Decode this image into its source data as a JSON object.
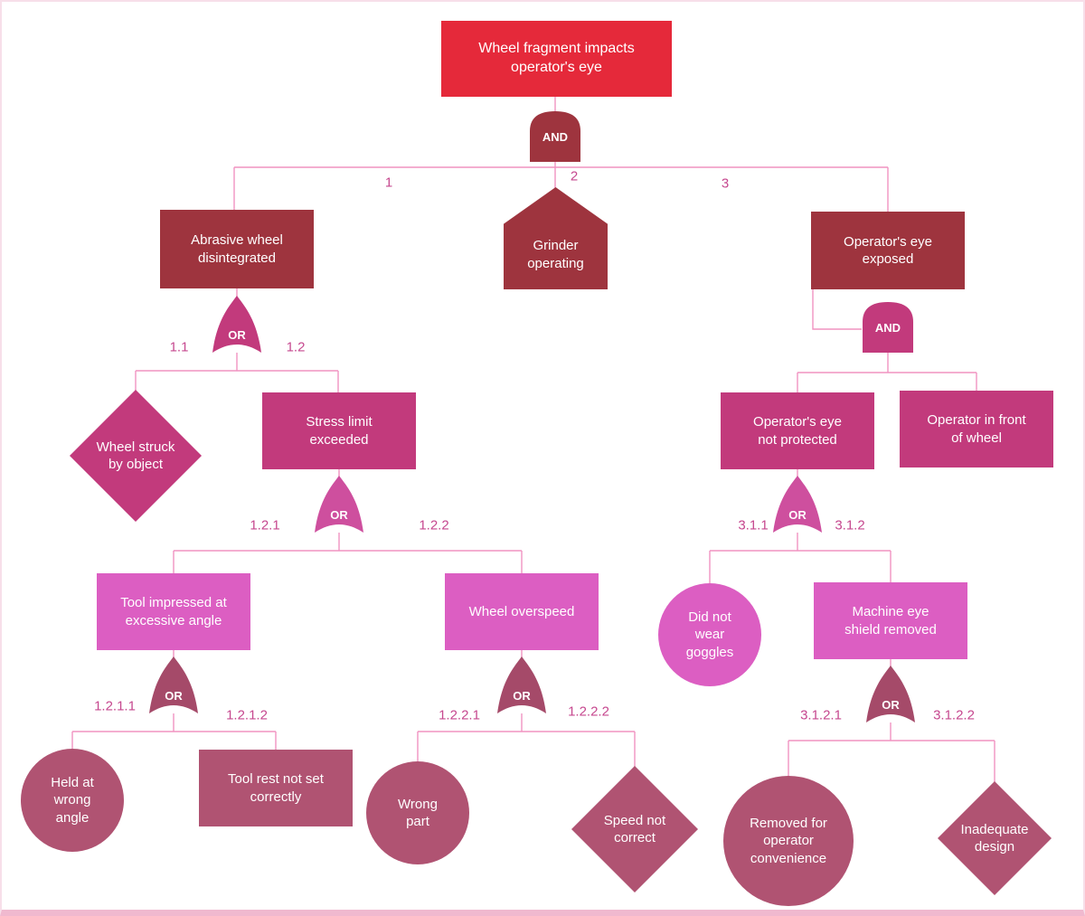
{
  "diagram": {
    "type": "fault-tree-analysis",
    "colors": {
      "top_event": "#e5293a",
      "level2": "#9e343e",
      "level3": "#c23a7c",
      "gate_light_pink": "#ce4f9e",
      "level4": "#dc5ec2",
      "level5": "#b05372",
      "gate_rose": "#a54a69",
      "connector": "#f193c1",
      "edge_label_text": "#c6488f",
      "background": "#ffffff",
      "border_bottom": "#f0b9cf"
    },
    "nodes": {
      "top": "Wheel fragment impacts\noperator's eye",
      "n1": "Abrasive wheel\ndisintegrated",
      "n2": "Grinder\noperating",
      "n3": "Operator's eye\nexposed",
      "n11": "Wheel struck\nby object",
      "n12": "Stress limit\nexceeded",
      "n121": "Tool impressed at\nexcessive angle",
      "n122": "Wheel overspeed",
      "n1211": "Held at\nwrong\nangle",
      "n1212": "Tool rest not set\ncorrectly",
      "n1221": "Wrong\npart",
      "n1222": "Speed not\ncorrect",
      "n31": "Operator's eye\nnot protected",
      "n32": "Operator in front\nof wheel",
      "n311": "Did not\nwear\ngoggles",
      "n312": "Machine eye\nshield removed",
      "n3121": "Removed for\noperator\nconvenience",
      "n3122": "Inadequate\ndesign"
    },
    "gates": {
      "g_top": "AND",
      "g1": "OR",
      "g12": "OR",
      "g121": "OR",
      "g122": "OR",
      "g3": "AND",
      "g31": "OR",
      "g312": "OR"
    },
    "edge_labels": {
      "e1": "1",
      "e2": "2",
      "e3": "3",
      "e11": "1.1",
      "e12": "1.2",
      "e121": "1.2.1",
      "e122": "1.2.2",
      "e1211": "1.2.1.1",
      "e1212": "1.2.1.2",
      "e1221": "1.2.2.1",
      "e1222": "1.2.2.2",
      "e311": "3.1.1",
      "e312": "3.1.2",
      "e3121": "3.1.2.1",
      "e3122": "3.1.2.2"
    }
  }
}
